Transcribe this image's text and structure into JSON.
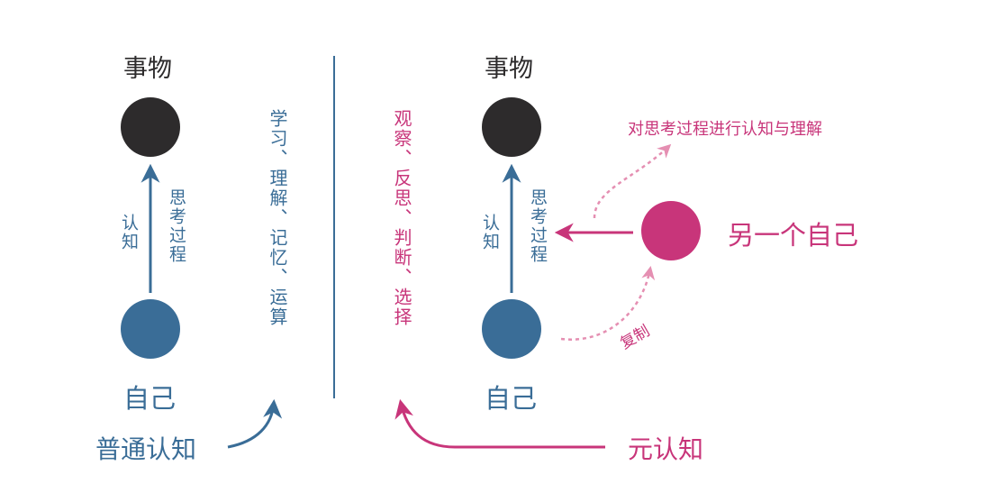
{
  "colors": {
    "dark": "#2d2b2c",
    "blue": "#3a6d97",
    "pink": "#c8357a",
    "pink_light": "#e58fb2"
  },
  "left": {
    "top_label": "事物",
    "bottom_label": "自己",
    "arrow_left_text": "认知",
    "arrow_right_text": "思考过程",
    "process_text": "学习、理解、记忆、运算",
    "caption": "普通认知"
  },
  "right": {
    "top_label": "事物",
    "bottom_label": "自己",
    "arrow_left_text": "认知",
    "arrow_right_text": "思考过程",
    "process_text": "观察、反思、判断、选择",
    "other_self": "另一个自己",
    "cognize_note": "对思考过程进行认知与理解",
    "copy_label": "复制",
    "caption": "元认知"
  }
}
